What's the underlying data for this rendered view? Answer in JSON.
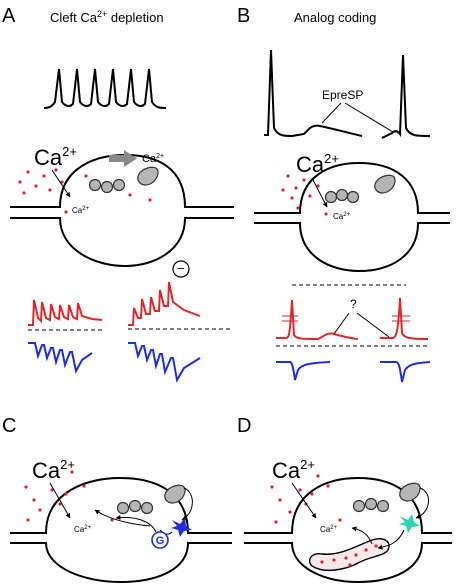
{
  "panels": {
    "a": {
      "label": "A",
      "title": "Cleft Ca",
      "title_sup": "2+",
      "title_rest": " depletion"
    },
    "b": {
      "label": "B",
      "title": "Analog coding",
      "annotation": "EpreSP",
      "question": "?"
    },
    "c": {
      "label": "C",
      "g_protein": "G"
    },
    "d": {
      "label": "D"
    }
  },
  "ions": {
    "big_base": "Ca",
    "big_sup": "2+",
    "small_base": "Ca",
    "small_sup": "2+",
    "inner_base": "Ca",
    "inner_sup": "2+"
  },
  "inhibition_symbol": "−",
  "colors": {
    "presynaptic": "#e0262d",
    "postsynaptic": "#1f2ed6",
    "receptor": "#1f2ed6",
    "store_receptor": "#2fd1b0",
    "vesicle": "#b5b5b5"
  }
}
